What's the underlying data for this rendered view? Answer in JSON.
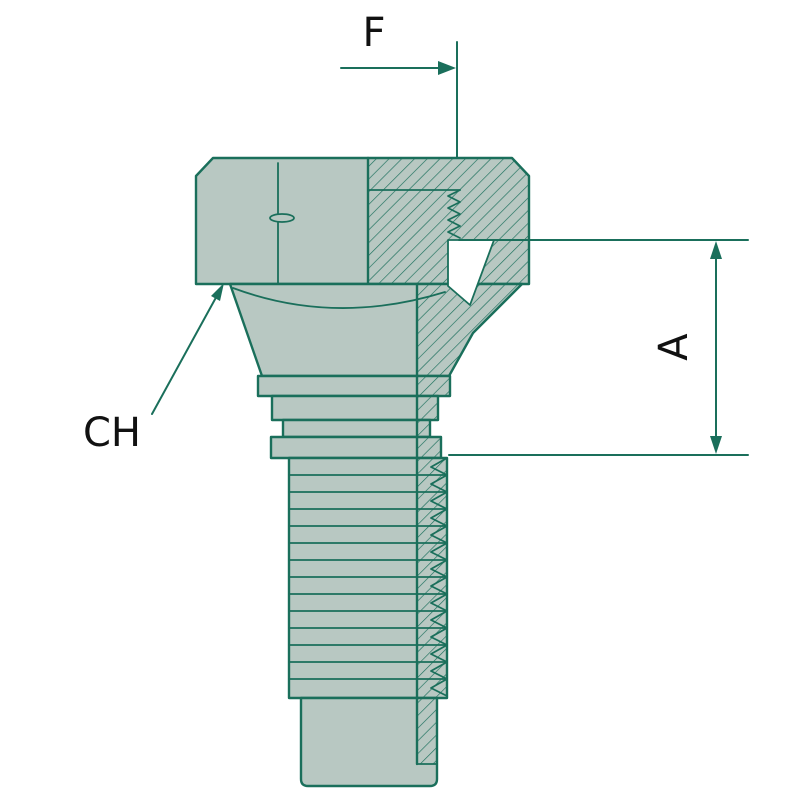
{
  "diagram": {
    "labels": {
      "f": "F",
      "a": "A",
      "ch": "CH"
    },
    "colors": {
      "line": "#1a6f5b",
      "body_fill": "#b8c8c2",
      "text": "#111111",
      "background": "#ffffff"
    }
  }
}
